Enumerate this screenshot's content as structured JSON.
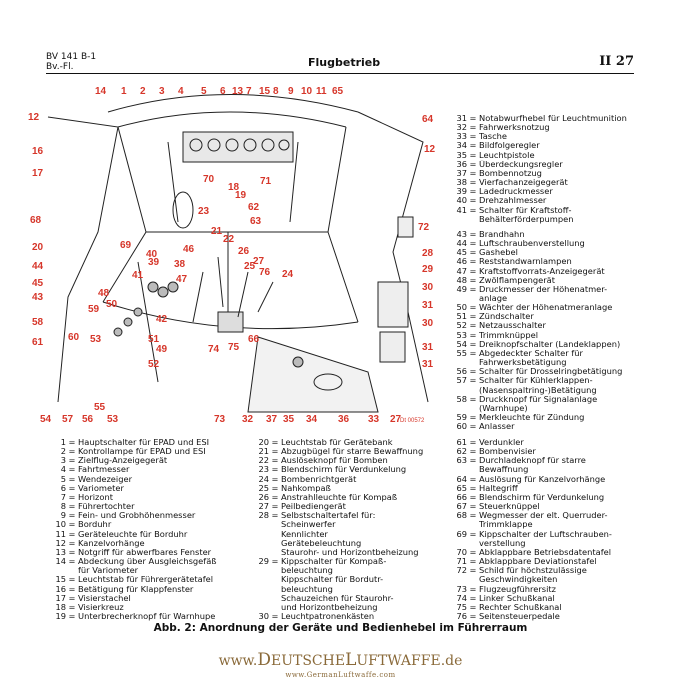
{
  "header": {
    "doc_line1": "BV 141 B-1",
    "doc_line2": "Bv.-Fl.",
    "title": "Flugbetrieb",
    "page": "II 27"
  },
  "legend_left": [
    {
      "n": "1",
      "t": "Hauptschalter für EPAD und ESI"
    },
    {
      "n": "2",
      "t": "Kontrollampe für EPAD und ESI"
    },
    {
      "n": "3",
      "t": "Zielflug-Anzeigegerät"
    },
    {
      "n": "4",
      "t": "Fahrtmesser"
    },
    {
      "n": "5",
      "t": "Wendezeiger"
    },
    {
      "n": "6",
      "t": "Variometer"
    },
    {
      "n": "7",
      "t": "Horizont"
    },
    {
      "n": "8",
      "t": "Führertochter"
    },
    {
      "n": "9",
      "t": "Fein- und Grobhöhenmesser"
    },
    {
      "n": "10",
      "t": "Borduhr"
    },
    {
      "n": "11",
      "t": "Geräteleuchte für Borduhr"
    },
    {
      "n": "12",
      "t": "Kanzelvorhänge"
    },
    {
      "n": "13",
      "t": "Notgriff für abwerfbares Fenster"
    },
    {
      "n": "14",
      "t": "Abdeckung über Ausgleichsgefäß"
    },
    {
      "n": "",
      "t": "für Variometer"
    },
    {
      "n": "15",
      "t": "Leuchtstab für Führergerätetafel"
    },
    {
      "n": "16",
      "t": "Betätigung für Klappfenster"
    },
    {
      "n": "17",
      "t": "Visierstachel"
    },
    {
      "n": "18",
      "t": "Visierkreuz"
    },
    {
      "n": "19",
      "t": "Unterbrecherknopf für Warnhupe"
    }
  ],
  "legend_mid": [
    {
      "n": "20",
      "t": "Leuchtstab für Gerätebank"
    },
    {
      "n": "21",
      "t": "Abzugbügel für starre Bewaffnung"
    },
    {
      "n": "22",
      "t": "Auslöseknopf für Bomben"
    },
    {
      "n": "23",
      "t": "Blendschirm für Verdunkelung"
    },
    {
      "n": "24",
      "t": "Bombenrichtgerät"
    },
    {
      "n": "25",
      "t": "Nahkompaß"
    },
    {
      "n": "26",
      "t": "Anstrahlleuchte für Kompaß"
    },
    {
      "n": "27",
      "t": "Peilbediengerät"
    },
    {
      "n": "28",
      "t": "Selbstschaltertafel für:"
    },
    {
      "n": "",
      "t": "Scheinwerfer"
    },
    {
      "n": "",
      "t": "Kennlichter"
    },
    {
      "n": "",
      "t": "Gerätebeleuchtung"
    },
    {
      "n": "",
      "t": "Staurohr- und Horizontbeheizung"
    },
    {
      "n": "29",
      "t": "Kippschalter für Kompaß-"
    },
    {
      "n": "",
      "t": "beleuchtung"
    },
    {
      "n": "",
      "t": "Kippschalter für Bordutr-"
    },
    {
      "n": "",
      "t": "beleuchtung"
    },
    {
      "n": "",
      "t": "Schauzeichen für Staurohr-"
    },
    {
      "n": "",
      "t": "und Horizontbeheizung"
    },
    {
      "n": "30",
      "t": "Leuchtpatronenkästen"
    }
  ],
  "legend_right_top": [
    {
      "n": "31",
      "t": "Notabwurfhebel für Leuchtmunition"
    },
    {
      "n": "32",
      "t": "Fahrwerksnotzug"
    },
    {
      "n": "33",
      "t": "Tasche"
    },
    {
      "n": "34",
      "t": "Bildfolgeregler"
    },
    {
      "n": "35",
      "t": "Leuchtpistole"
    },
    {
      "n": "36",
      "t": "Überdeckungsregler"
    },
    {
      "n": "37",
      "t": "Bombennotzug"
    },
    {
      "n": "38",
      "t": "Vierfachanzeigegerät"
    },
    {
      "n": "39",
      "t": "Ladedruckmesser"
    },
    {
      "n": "40",
      "t": "Drehzahlmesser"
    },
    {
      "n": "41",
      "t": "Schalter für Kraftstoff-"
    },
    {
      "n": "",
      "t": "Behälterförderpumpen"
    }
  ],
  "legend_right_mid": [
    {
      "n": "43",
      "t": "Brandhahn"
    },
    {
      "n": "44",
      "t": "Luftschraubenverstellung"
    },
    {
      "n": "45",
      "t": "Gashebel"
    },
    {
      "n": "46",
      "t": "Reststandwarnlampen"
    },
    {
      "n": "47",
      "t": "Kraftstoffvorrats-Anzeigegerät"
    },
    {
      "n": "48",
      "t": "Zwölflampengerät"
    },
    {
      "n": "49",
      "t": "Druckmesser der Höhenatmer-"
    },
    {
      "n": "",
      "t": "anlage"
    },
    {
      "n": "50",
      "t": "Wächter der Höhenatmeranlage"
    },
    {
      "n": "51",
      "t": "Zündschalter"
    },
    {
      "n": "52",
      "t": "Netzausschalter"
    },
    {
      "n": "53",
      "t": "Trimmknüppel"
    },
    {
      "n": "54",
      "t": "Dreiknopfschalter (Landeklappen)"
    },
    {
      "n": "55",
      "t": "Abgedeckter Schalter für"
    },
    {
      "n": "",
      "t": "Fahrwerksbetätigung"
    },
    {
      "n": "56",
      "t": "Schalter für Drosselringbetätigung"
    },
    {
      "n": "57",
      "t": "Schalter für Kühlerklappen-"
    },
    {
      "n": "",
      "t": "(Nasenspaltring-)Betätigung"
    },
    {
      "n": "58",
      "t": "Druckknopf für Signalanlage"
    },
    {
      "n": "",
      "t": "(Warnhupe)"
    },
    {
      "n": "59",
      "t": "Merkleuchte für Zündung"
    },
    {
      "n": "60",
      "t": "Anlasser"
    }
  ],
  "legend_right_bottom": [
    {
      "n": "61",
      "t": "Verdunkler"
    },
    {
      "n": "62",
      "t": "Bombenvisier"
    },
    {
      "n": "63",
      "t": "Durchladeknopf für starre"
    },
    {
      "n": "",
      "t": "Bewaffnung"
    },
    {
      "n": "64",
      "t": "Auslösung für Kanzelvorhänge"
    },
    {
      "n": "65",
      "t": "Haltegriff"
    },
    {
      "n": "66",
      "t": "Blendschirm für Verdunkelung"
    },
    {
      "n": "67",
      "t": "Steuerknüppel"
    },
    {
      "n": "68",
      "t": "Wegmesser der elt. Querruder-"
    },
    {
      "n": "",
      "t": "Trimmklappe"
    },
    {
      "n": "69",
      "t": "Kippschalter der Luftschrauben-"
    },
    {
      "n": "",
      "t": "verstellung"
    },
    {
      "n": "70",
      "t": "Abklappbare Betriebsdatentafel"
    },
    {
      "n": "71",
      "t": "Abklappbare Deviationstafel"
    },
    {
      "n": "72",
      "t": "Schild für höchstzulässige"
    },
    {
      "n": "",
      "t": "Geschwindigkeiten"
    },
    {
      "n": "73",
      "t": "Flugzeugführersitz"
    },
    {
      "n": "74",
      "t": "Linker Schußkanal"
    },
    {
      "n": "75",
      "t": "Rechter Schußkanal"
    },
    {
      "n": "76",
      "t": "Seitensteuerpedale"
    }
  ],
  "callouts_top": [
    "14",
    "1",
    "2",
    "3",
    "4",
    "5",
    "6",
    "13",
    "7",
    "15",
    "8",
    "9",
    "10",
    "11",
    "65"
  ],
  "callouts_side": [
    "12",
    "16",
    "17",
    "68",
    "20",
    "44",
    "45",
    "43",
    "58",
    "61",
    "64",
    "12",
    "72",
    "28",
    "29",
    "30",
    "31",
    "30",
    "31",
    "31"
  ],
  "callouts_inner": [
    "70",
    "18",
    "71",
    "19",
    "62",
    "23",
    "63",
    "22",
    "21",
    "26",
    "27",
    "25",
    "24",
    "76",
    "69",
    "40",
    "39",
    "38",
    "46",
    "41",
    "48",
    "47",
    "50",
    "51",
    "49",
    "74",
    "66",
    "75",
    "42",
    "60",
    "52",
    "59",
    "53"
  ],
  "callouts_bottom": [
    "54",
    "57",
    "56",
    "55",
    "53",
    "73",
    "32",
    "37",
    "35",
    "34",
    "36",
    "33",
    "27"
  ],
  "diagram_ref": "Dt 00572",
  "caption": "Abb. 2: Anordnung der Geräte und Bedienhebel im Führerraum",
  "watermark": {
    "main_prefix": "www.",
    "main_a": "D",
    "main_b": "EUTSCHE",
    "main_c": "L",
    "main_d": "UFTWAFFE",
    "main_suffix": ".de",
    "sub": "www.GermanLuftwaffe.com"
  },
  "colors": {
    "callout": "#d6362a",
    "ink": "#111111",
    "watermark": "#8a6a3a"
  }
}
